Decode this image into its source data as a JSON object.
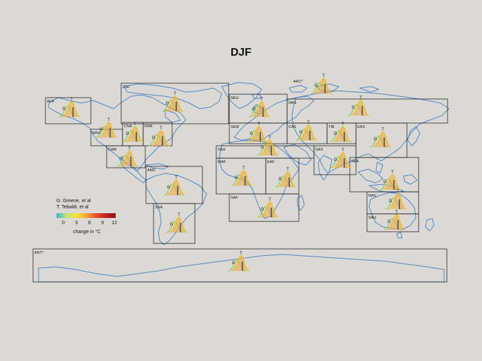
{
  "title": "DJF",
  "legend": {
    "line1": "G: Greene, et al",
    "line2": "T: Tebaldi, et al",
    "ticks": [
      "0",
      "3",
      "6",
      "9",
      "12"
    ],
    "caption": "change in °C"
  },
  "marker_labels": {
    "g": "G",
    "t": "T"
  },
  "regions": [
    {
      "code": "ALA"
    },
    {
      "code": "CGI"
    },
    {
      "code": "NEU"
    },
    {
      "code": "ARC*"
    },
    {
      "code": "NAS"
    },
    {
      "code": "WNA"
    },
    {
      "code": "CNA"
    },
    {
      "code": "ENA"
    },
    {
      "code": "SEM"
    },
    {
      "code": "CAS"
    },
    {
      "code": "TIB"
    },
    {
      "code": "EAS"
    },
    {
      "code": "CAM"
    },
    {
      "code": "SAH"
    },
    {
      "code": "SAS"
    },
    {
      "code": "SEA"
    },
    {
      "code": "AMZ"
    },
    {
      "code": "WAF"
    },
    {
      "code": "EAF"
    },
    {
      "code": "SAF"
    },
    {
      "code": "NAU"
    },
    {
      "code": "SSA"
    },
    {
      "code": "SAU"
    },
    {
      "code": "ANT*"
    }
  ],
  "colors": {
    "background": "#dcd9d5",
    "coastline": "#4a86c5",
    "box": "#222222",
    "scale": [
      "#39b6cc",
      "#bfe07a",
      "#f6e33a",
      "#f3a53a",
      "#e4532d",
      "#c42020",
      "#8f1414"
    ]
  }
}
